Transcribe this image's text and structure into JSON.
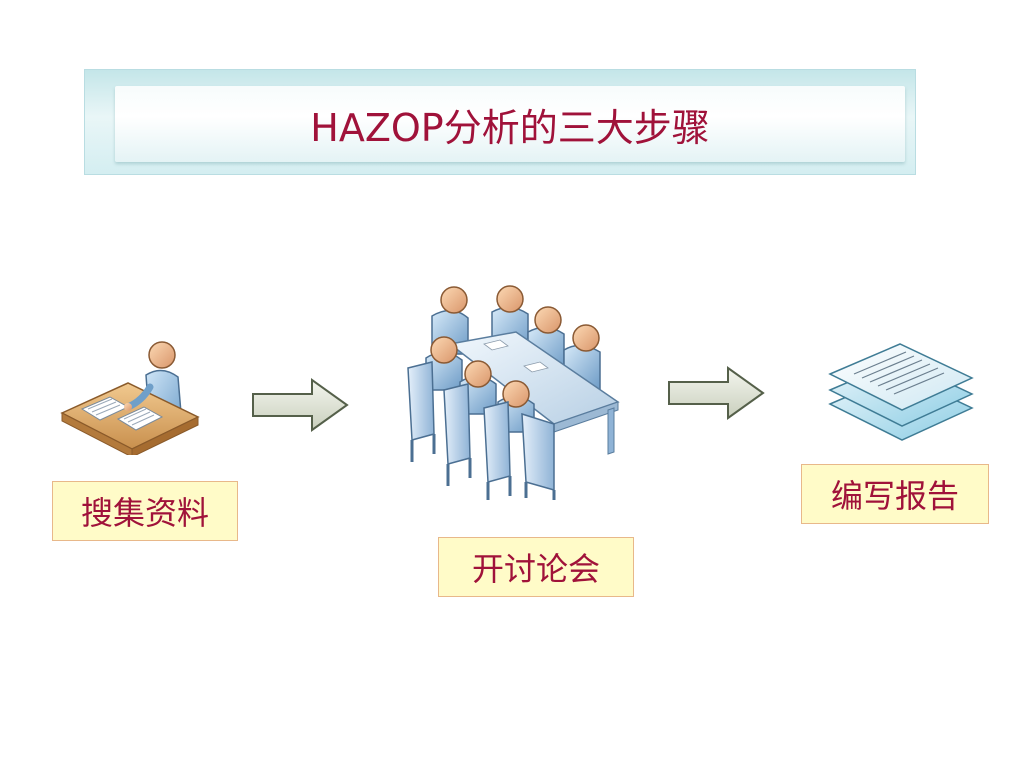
{
  "title": "HAZOP分析的三大步骤",
  "steps": [
    {
      "label": "搜集资料",
      "icon": "person-at-desk-icon"
    },
    {
      "label": "开讨论会",
      "icon": "meeting-table-icon"
    },
    {
      "label": "编写报告",
      "icon": "document-stack-icon"
    }
  ],
  "colors": {
    "title_text": "#a0123a",
    "label_bg": "#fffbc8",
    "label_border": "#e8b88a",
    "banner": "#c4e6e9"
  }
}
